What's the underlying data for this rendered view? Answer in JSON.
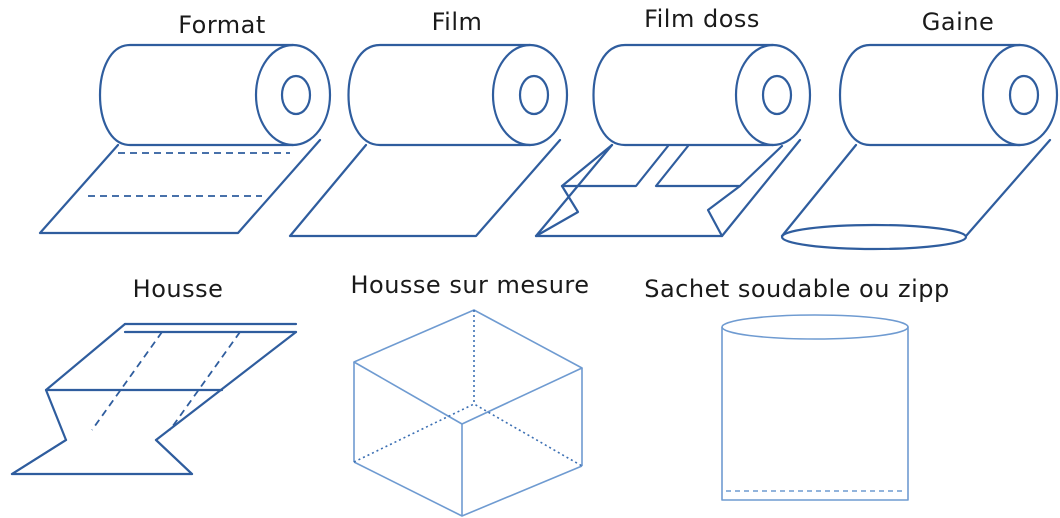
{
  "items": {
    "format": "Format",
    "film": "Film",
    "film_doss": "Film doss",
    "gaine": "Gaine",
    "housse": "Housse",
    "housse_sur_mesure": "Housse sur mesure",
    "sachet": "Sachet soudable ou zipp"
  },
  "colors": {
    "stroke": "#2f5d9e",
    "stroke_light": "#6f9bd1",
    "text": "#1a1a1a"
  }
}
